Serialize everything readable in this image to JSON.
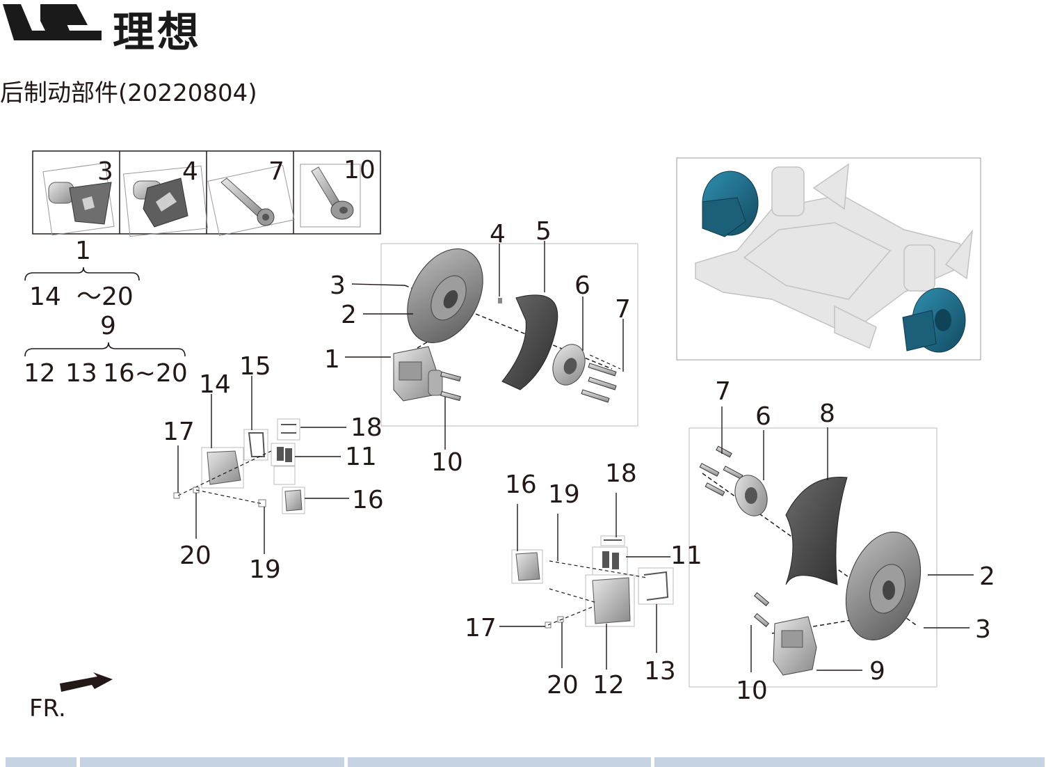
{
  "brand": {
    "name": "理想"
  },
  "page": {
    "title": "后制动部件(20220804)"
  },
  "direction": {
    "label": "FR."
  },
  "inset_boxes": [
    {
      "label": "3"
    },
    {
      "label": "4"
    },
    {
      "label": "7"
    },
    {
      "label": "10"
    }
  ],
  "groups": {
    "g1_label": "1",
    "g1_range_a": "14",
    "g1_range_b": "～20",
    "g9_label": "9",
    "g9_range_a": "12",
    "g9_range_b": "13",
    "g9_range_c": "16~20"
  },
  "callouts_top": [
    "3",
    "2",
    "1",
    "4",
    "5",
    "6",
    "7",
    "10"
  ],
  "callouts_left_caliper": [
    "17",
    "14",
    "15",
    "18",
    "11",
    "16",
    "20",
    "19"
  ],
  "callouts_bottom": [
    "16",
    "19",
    "18",
    "11",
    "17",
    "20",
    "12",
    "13",
    "7",
    "6",
    "8",
    "2",
    "3",
    "9",
    "10"
  ],
  "colors": {
    "highlight": "#1e6f8c",
    "text": "#231815",
    "footer": "#c5d3e2"
  }
}
